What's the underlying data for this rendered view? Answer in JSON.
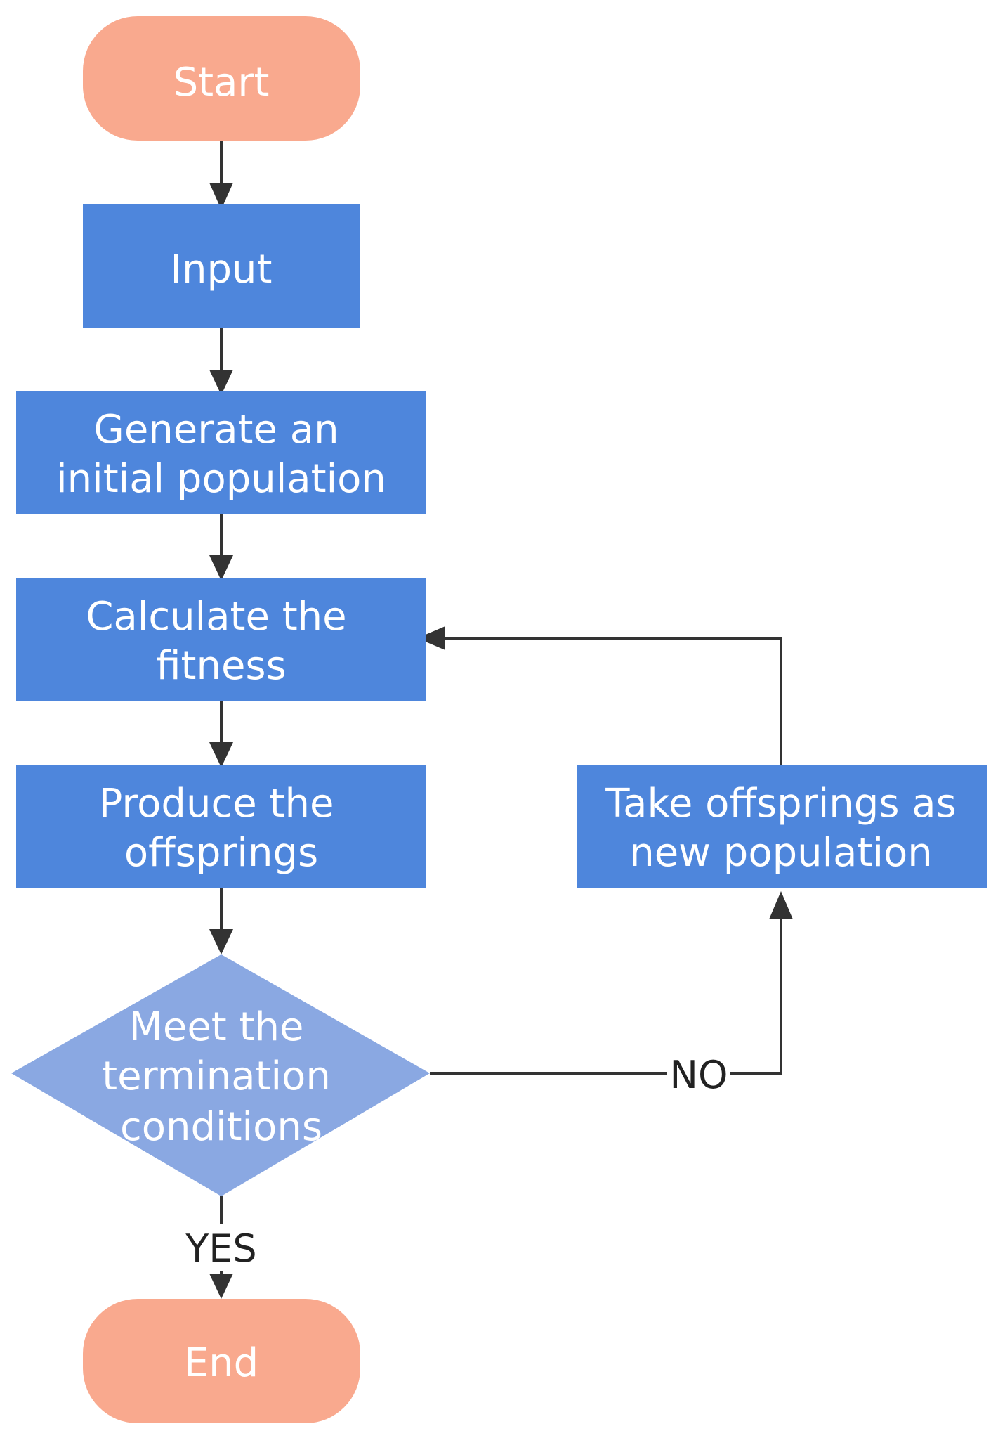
{
  "colors": {
    "terminal_fill": "#f9a98e",
    "process_fill": "#4e86dc",
    "decision_fill": "#8aa8e2",
    "connector": "#333333",
    "node_text": "#ffffff",
    "label_text": "#222222"
  },
  "nodes": {
    "start": {
      "label": "Start"
    },
    "input": {
      "label": "Input"
    },
    "generate": {
      "line1": "Generate an",
      "line2": "initial population"
    },
    "calculate": {
      "line1": "Calculate the",
      "line2": "fitness"
    },
    "produce": {
      "line1": "Produce the",
      "line2": "offsprings"
    },
    "take": {
      "line1": "Take offsprings as",
      "line2": "new population"
    },
    "decision": {
      "line1": "Meet the",
      "line2": "termination",
      "line3": "conditions"
    },
    "end": {
      "label": "End"
    }
  },
  "edges": {
    "no_label": "NO",
    "yes_label": "YES"
  }
}
